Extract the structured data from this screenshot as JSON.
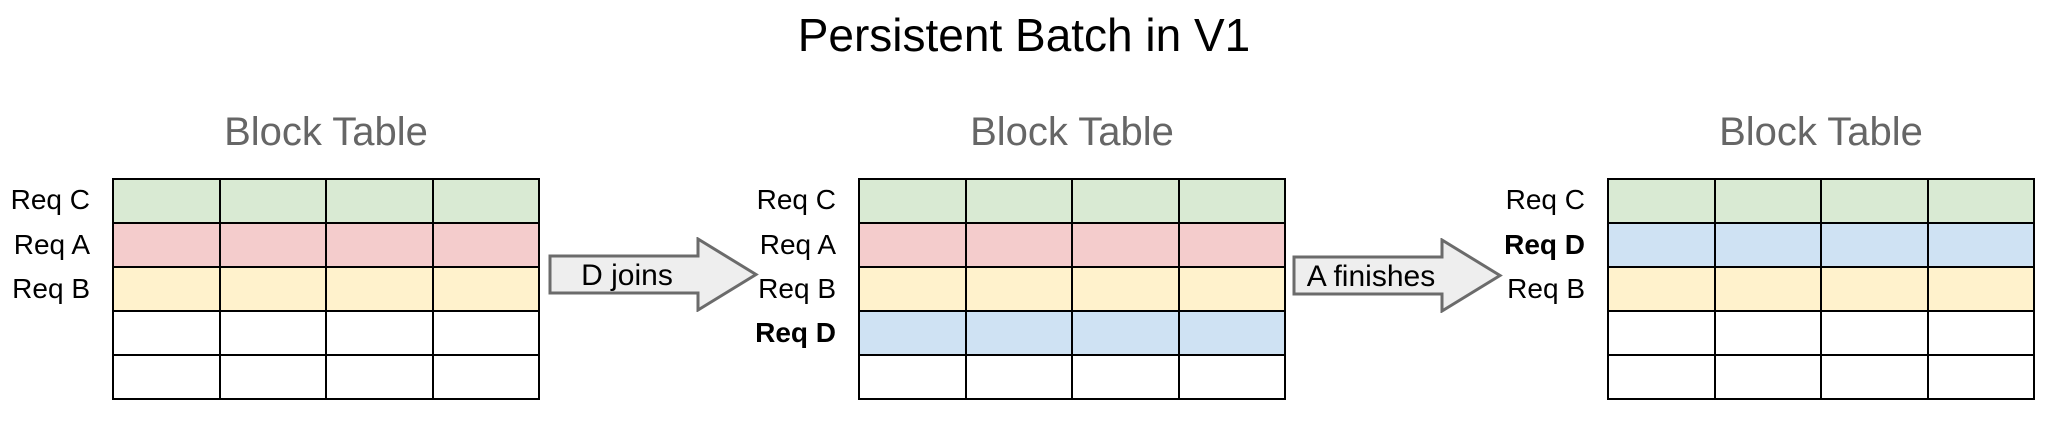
{
  "title": "Persistent Batch in V1",
  "colors": {
    "background": "#ffffff",
    "title_text": "#000000",
    "heading_text": "#666666",
    "grid_border": "#000000",
    "row_green": "#d9ead3",
    "row_red": "#f4cccc",
    "row_yellow": "#fff2cc",
    "row_blue": "#cfe2f3",
    "row_empty": "#ffffff",
    "arrow_fill": "#eeeeee",
    "arrow_border": "#6b6b6b"
  },
  "arrows": [
    {
      "label": "D joins"
    },
    {
      "label": "A finishes"
    }
  ],
  "tables": [
    {
      "heading": "Block Table",
      "columns": 4,
      "rows": [
        {
          "label": "Req C",
          "bold": false,
          "color": "#d9ead3"
        },
        {
          "label": "Req A",
          "bold": false,
          "color": "#f4cccc"
        },
        {
          "label": "Req B",
          "bold": false,
          "color": "#fff2cc"
        },
        {
          "label": "",
          "bold": false,
          "color": "#ffffff"
        },
        {
          "label": "",
          "bold": false,
          "color": "#ffffff"
        }
      ]
    },
    {
      "heading": "Block Table",
      "columns": 4,
      "rows": [
        {
          "label": "Req C",
          "bold": false,
          "color": "#d9ead3"
        },
        {
          "label": "Req A",
          "bold": false,
          "color": "#f4cccc"
        },
        {
          "label": "Req B",
          "bold": false,
          "color": "#fff2cc"
        },
        {
          "label": "Req D",
          "bold": true,
          "color": "#cfe2f3"
        },
        {
          "label": "",
          "bold": false,
          "color": "#ffffff"
        }
      ]
    },
    {
      "heading": "Block Table",
      "columns": 4,
      "rows": [
        {
          "label": "Req C",
          "bold": false,
          "color": "#d9ead3"
        },
        {
          "label": "Req D",
          "bold": true,
          "color": "#cfe2f3"
        },
        {
          "label": "Req B",
          "bold": false,
          "color": "#fff2cc"
        },
        {
          "label": "",
          "bold": false,
          "color": "#ffffff"
        },
        {
          "label": "",
          "bold": false,
          "color": "#ffffff"
        }
      ]
    }
  ]
}
